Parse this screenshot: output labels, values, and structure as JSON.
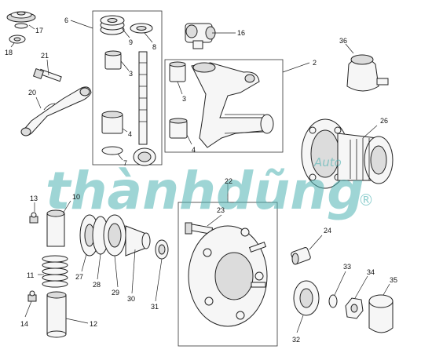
{
  "labels": {
    "n17": "17",
    "n18": "18",
    "n6": "6",
    "n9": "9",
    "n8": "8",
    "n16": "16",
    "n21": "21",
    "n20": "20",
    "n3a": "3",
    "n3b": "3",
    "n2": "2",
    "n36": "36",
    "n4a": "4",
    "n4b": "4",
    "n7": "7",
    "n26": "26",
    "n22": "22",
    "n23": "23",
    "n13": "13",
    "n10": "10",
    "n24": "24",
    "n11": "11",
    "n27": "27",
    "n28": "28",
    "n29": "29",
    "n30": "30",
    "n31": "31",
    "n33": "33",
    "n34": "34",
    "n35": "35",
    "n14": "14",
    "n12": "12",
    "n32": "32"
  },
  "watermark": {
    "brand": "thànhdũng",
    "registered": "®",
    "auto": "Auto"
  },
  "colors": {
    "watermark": "#4fb3b3",
    "line": "#222222"
  }
}
